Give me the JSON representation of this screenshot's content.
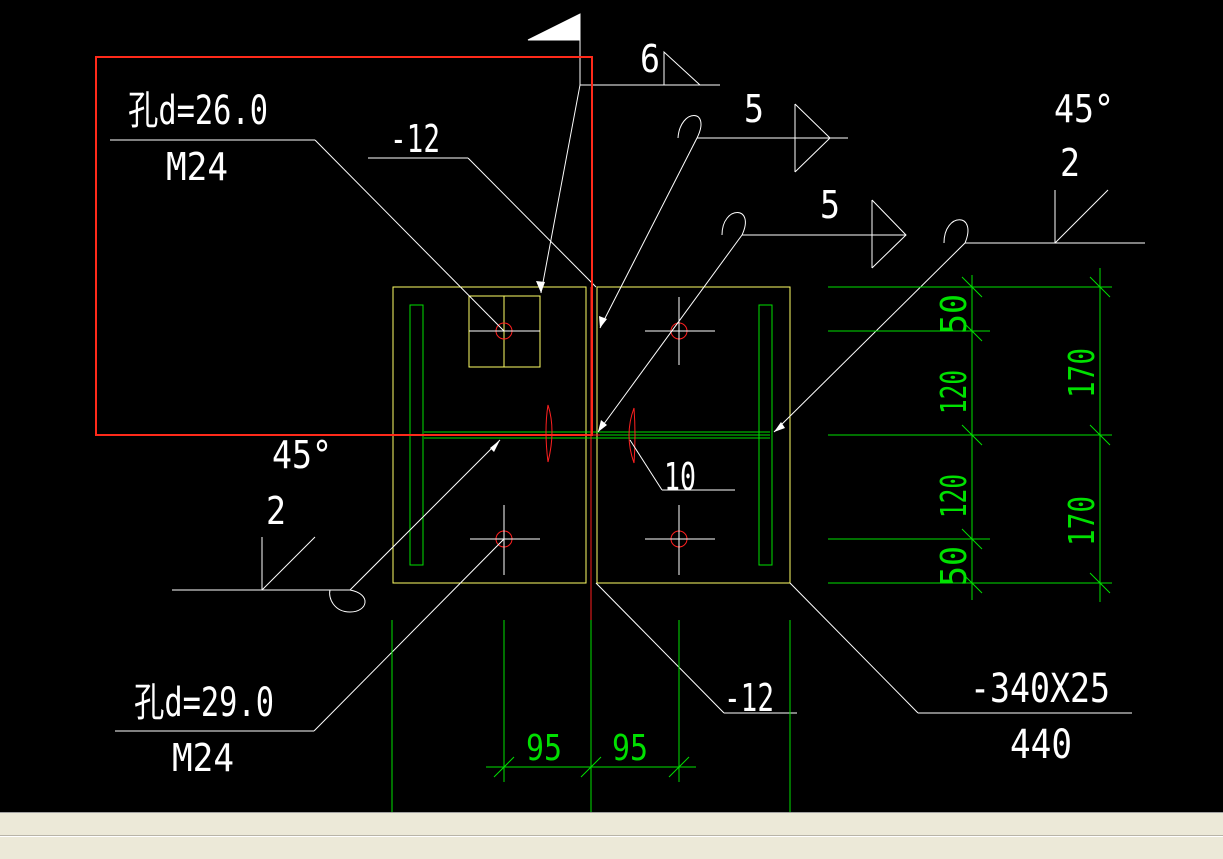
{
  "colors": {
    "background": "#000000",
    "line": "#ffffff",
    "plate": "#ffff66",
    "dimension": "#00e000",
    "center": "#ff2020",
    "selection": "#ff2a1a",
    "statusbar": "#ece9d8"
  },
  "labels": {
    "hole_top": "孔d=26.0",
    "bolt_top": "M24",
    "plate_thk_top": "-12",
    "weld_6": "6",
    "weld_5a": "5",
    "weld_5b": "5",
    "angle_left": "45°",
    "angle_left_2": "2",
    "angle_right": "45°",
    "angle_right_2": "2",
    "weld_10": "10",
    "hole_bottom": "孔d=29.0",
    "bolt_bottom": "M24",
    "plate_thk_bottom": "-12",
    "endplate_size": "-340X25",
    "endplate_len": "440"
  },
  "dims_vertical_inner": [
    "50",
    "120",
    "120",
    "50"
  ],
  "dims_vertical_outer": [
    "170",
    "170"
  ],
  "dims_horizontal": [
    "95",
    "95"
  ]
}
